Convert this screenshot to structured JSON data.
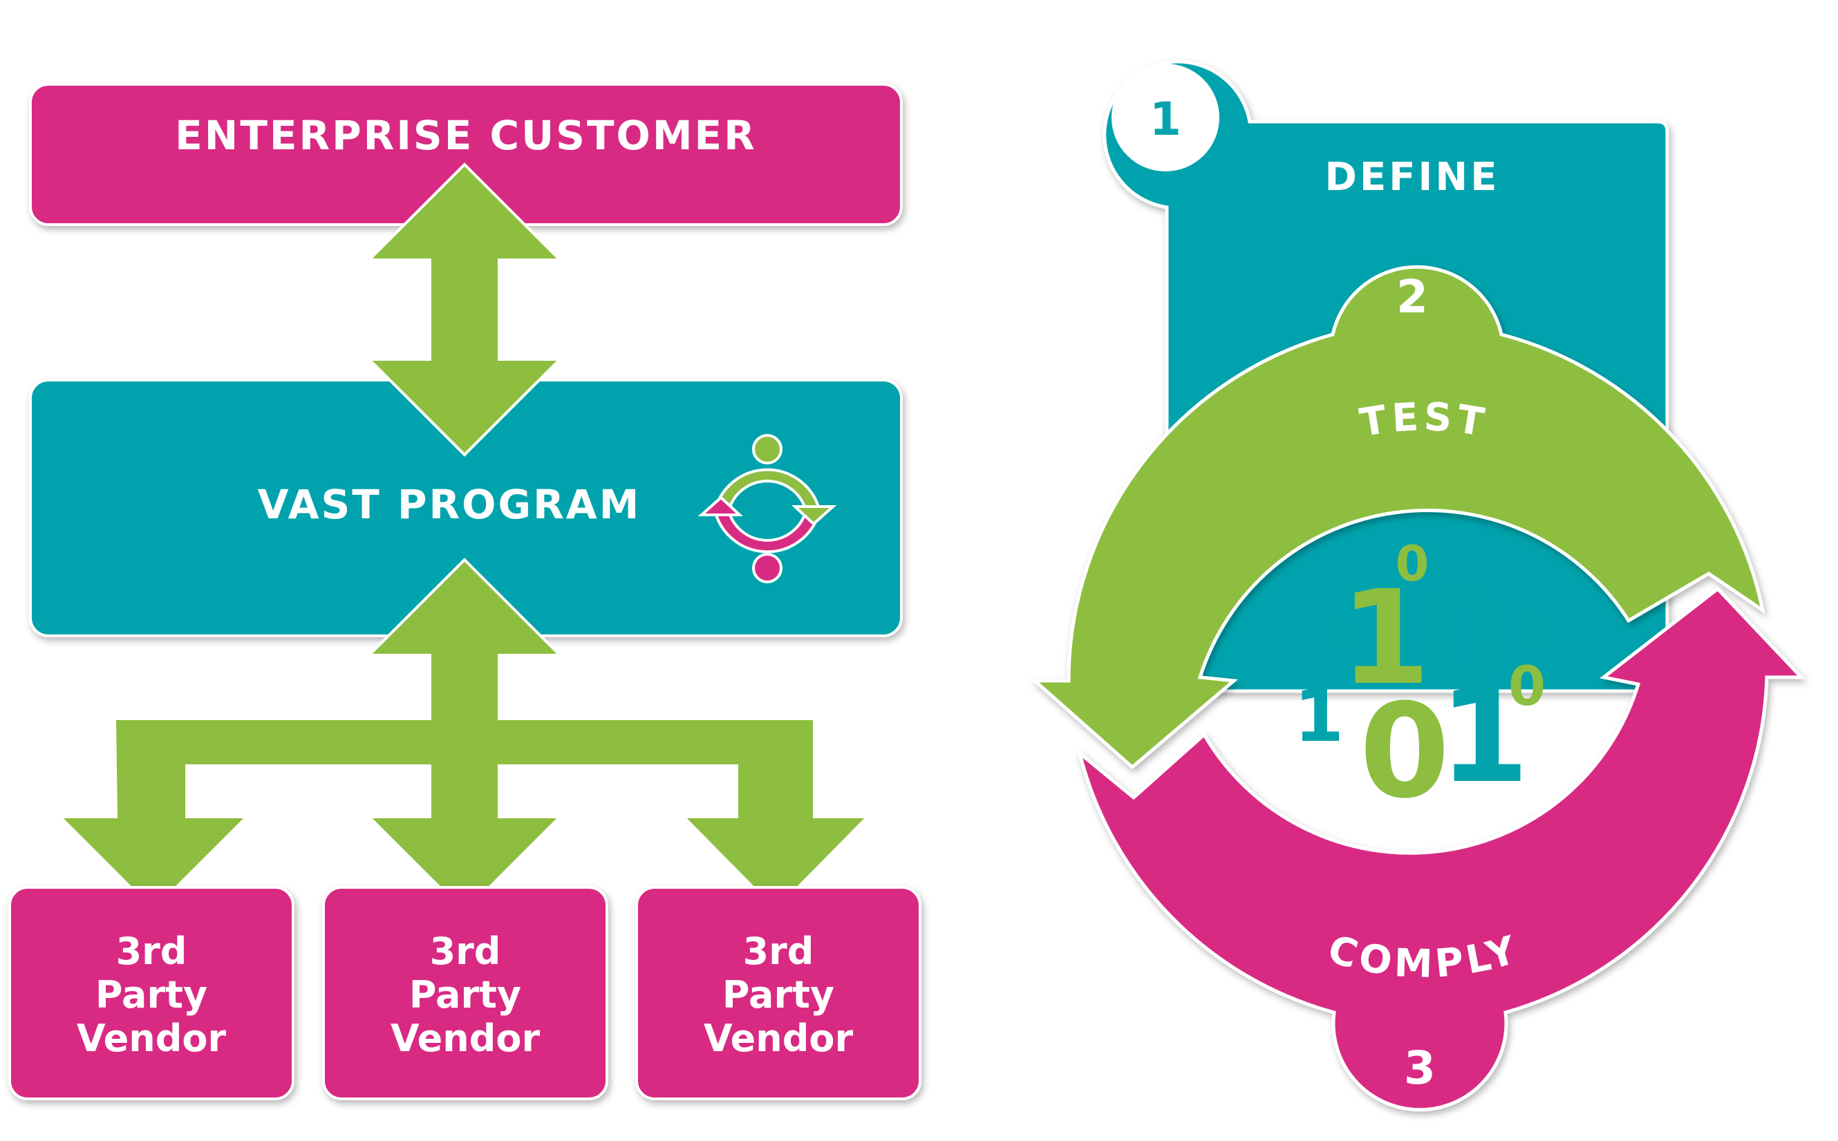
{
  "left_diagram": {
    "enterprise_label": "ENTERPRISE CUSTOMER",
    "program_label": "VAST PROGRAM",
    "vendors": [
      {
        "lines": [
          "3rd",
          "Party",
          "Vendor"
        ]
      },
      {
        "lines": [
          "3rd",
          "Party",
          "Vendor"
        ]
      },
      {
        "lines": [
          "3rd",
          "Party",
          "Vendor"
        ]
      }
    ]
  },
  "cycle_diagram": {
    "steps": [
      {
        "number": "1",
        "label": "DEFINE"
      },
      {
        "number": "2",
        "label": "TEST"
      },
      {
        "number": "3",
        "label": "COMPLY"
      }
    ],
    "binary_digits": [
      "1",
      "0",
      "1",
      "0",
      "1",
      "1",
      "0",
      "1",
      "0",
      "1",
      "0",
      "1",
      "0"
    ]
  },
  "colors": {
    "magenta": "#d82b83",
    "teal": "#02a3ad",
    "green": "#8dbe40",
    "white": "#ffffff"
  }
}
